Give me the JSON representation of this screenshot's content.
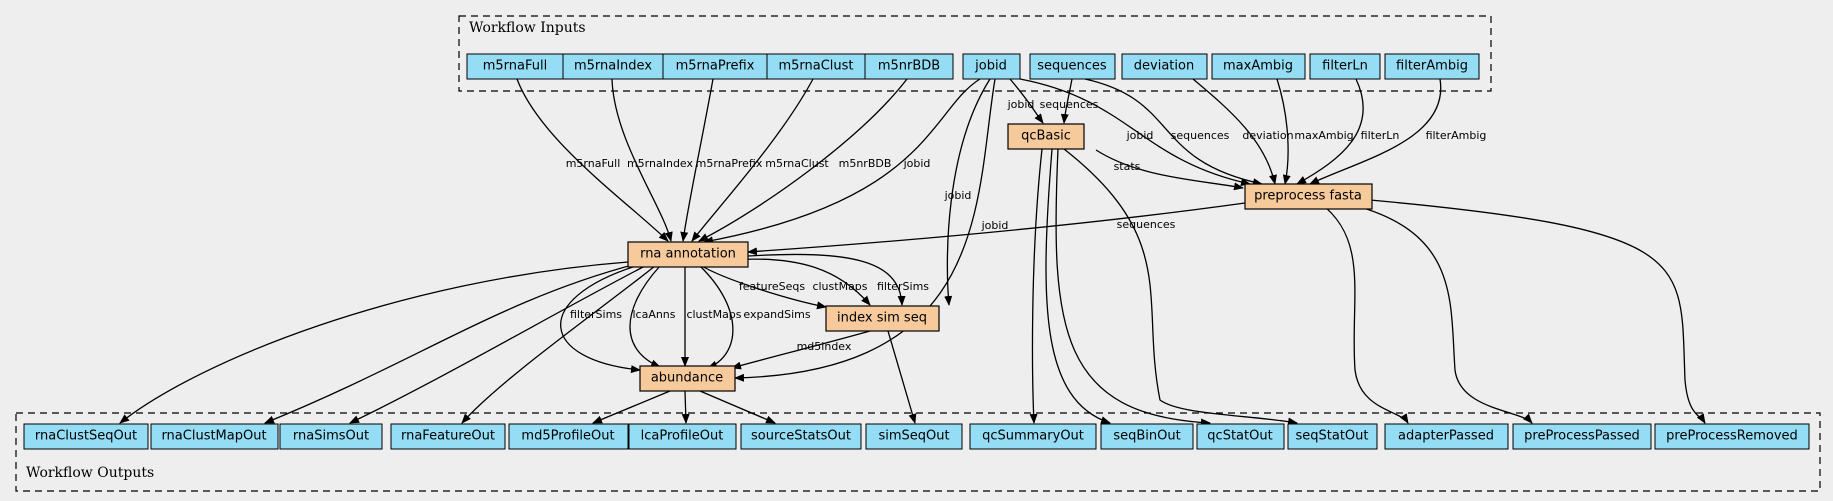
{
  "clusters": {
    "inputs_label": "Workflow Inputs",
    "outputs_label": "Workflow Outputs"
  },
  "colors": {
    "io_fill": "#94ddf4",
    "step_fill": "#f7ca9c",
    "background": "#eeeeee"
  },
  "nodes": {
    "in_m5rnaFull": "m5rnaFull",
    "in_m5rnaIndex": "m5rnaIndex",
    "in_m5rnaPrefix": "m5rnaPrefix",
    "in_m5rnaClust": "m5rnaClust",
    "in_m5nrBDB": "m5nrBDB",
    "in_jobid": "jobid",
    "in_sequences": "sequences",
    "in_deviation": "deviation",
    "in_maxAmbig": "maxAmbig",
    "in_filterLn": "filterLn",
    "in_filterAmbig": "filterAmbig",
    "st_qcBasic": "qcBasic",
    "st_preprocess": "preprocess fasta",
    "st_rna": "rna annotation",
    "st_index": "index sim seq",
    "st_abundance": "abundance",
    "out_rnaClustSeqOut": "rnaClustSeqOut",
    "out_rnaClustMapOut": "rnaClustMapOut",
    "out_rnaSimsOut": "rnaSimsOut",
    "out_rnaFeatureOut": "rnaFeatureOut",
    "out_md5ProfileOut": "md5ProfileOut",
    "out_lcaProfileOut": "lcaProfileOut",
    "out_sourceStatsOut": "sourceStatsOut",
    "out_simSeqOut": "simSeqOut",
    "out_qcSummaryOut": "qcSummaryOut",
    "out_seqBinOut": "seqBinOut",
    "out_qcStatOut": "qcStatOut",
    "out_seqStatOut": "seqStatOut",
    "out_adapterPassed": "adapterPassed",
    "out_preProcessPassed": "preProcessPassed",
    "out_preProcessRemoved": "preProcessRemoved"
  },
  "edges": {
    "m5rnaFull": "m5rnaFull",
    "m5rnaIndex": "m5rnaIndex",
    "m5rnaPrefix": "m5rnaPrefix",
    "m5rnaClust": "m5rnaClust",
    "m5nrBDB": "m5nrBDB",
    "jobid_rna": "jobid",
    "jobid_index": "jobid",
    "jobid_abundance": "jobid",
    "jobid_qc": "jobid",
    "jobid_pre": "jobid",
    "sequences_qc": "sequences",
    "sequences_pre": "sequences",
    "deviation": "deviation",
    "maxAmbig": "maxAmbig",
    "filterLn": "filterLn",
    "filterAmbig": "filterAmbig",
    "stats": "stats",
    "sequences_rna": "sequences",
    "featureSeqs": "featureSeqs",
    "clustMaps_index": "clustMaps",
    "filterSims_index": "filterSims",
    "filterSims_ab": "filterSims",
    "lcaAnns": "lcaAnns",
    "clustMaps_ab": "clustMaps",
    "expandSims": "expandSims",
    "md5index": "md5index"
  }
}
